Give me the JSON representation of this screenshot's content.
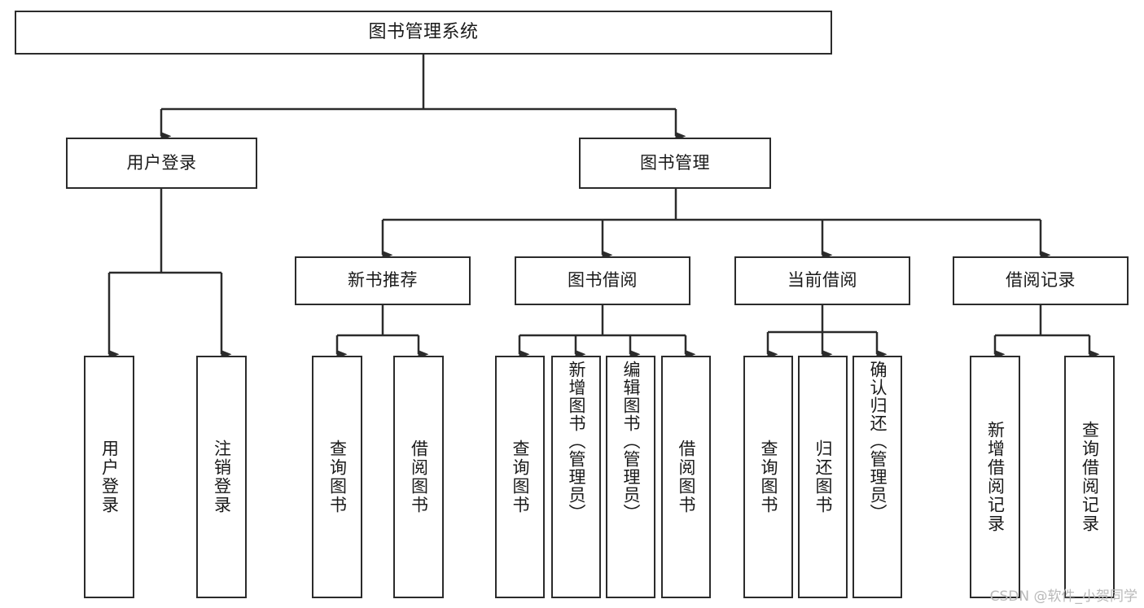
{
  "diagram": {
    "title": "图书管理系统",
    "type": "tree-hierarchy",
    "watermark": "CSDN @软件_小贺同学",
    "colors": {
      "stroke": "#2b2b2b",
      "fill": "#ffffff",
      "text": "#1a1a1a",
      "watermark": "#b9b9b9"
    },
    "levels": {
      "root": {
        "label": "图书管理系统"
      },
      "level2": [
        {
          "id": "user-login",
          "label": "用户登录"
        },
        {
          "id": "book-manage",
          "label": "图书管理"
        }
      ],
      "level3": [
        {
          "id": "new-book-recommend",
          "label": "新书推荐",
          "parent": "book-manage"
        },
        {
          "id": "book-borrow",
          "label": "图书借阅",
          "parent": "book-manage"
        },
        {
          "id": "current-borrow",
          "label": "当前借阅",
          "parent": "book-manage"
        },
        {
          "id": "borrow-record",
          "label": "借阅记录",
          "parent": "book-manage"
        }
      ],
      "leaves": [
        {
          "id": "leaf-user-login",
          "label": "用户登录",
          "parent": "user-login"
        },
        {
          "id": "leaf-user-logout",
          "label": "注销登录",
          "parent": "user-login"
        },
        {
          "id": "leaf-query-book-1",
          "label": "查询图书",
          "parent": "new-book-recommend"
        },
        {
          "id": "leaf-borrow-book-1",
          "label": "借阅图书",
          "parent": "new-book-recommend"
        },
        {
          "id": "leaf-query-book-2",
          "label": "查询图书",
          "parent": "book-borrow"
        },
        {
          "id": "leaf-add-book",
          "label": "新增图书（管理员）",
          "parent": "book-borrow"
        },
        {
          "id": "leaf-edit-book",
          "label": "编辑图书（管理员）",
          "parent": "book-borrow"
        },
        {
          "id": "leaf-borrow-book-2",
          "label": "借阅图书",
          "parent": "book-borrow"
        },
        {
          "id": "leaf-query-book-3",
          "label": "查询图书",
          "parent": "current-borrow"
        },
        {
          "id": "leaf-return-book",
          "label": "归还图书",
          "parent": "current-borrow"
        },
        {
          "id": "leaf-confirm-return",
          "label": "确认归还（管理员）",
          "parent": "current-borrow"
        },
        {
          "id": "leaf-add-record",
          "label": "新增借阅记录",
          "parent": "borrow-record"
        },
        {
          "id": "leaf-query-record",
          "label": "查询借阅记录",
          "parent": "borrow-record"
        }
      ]
    }
  }
}
